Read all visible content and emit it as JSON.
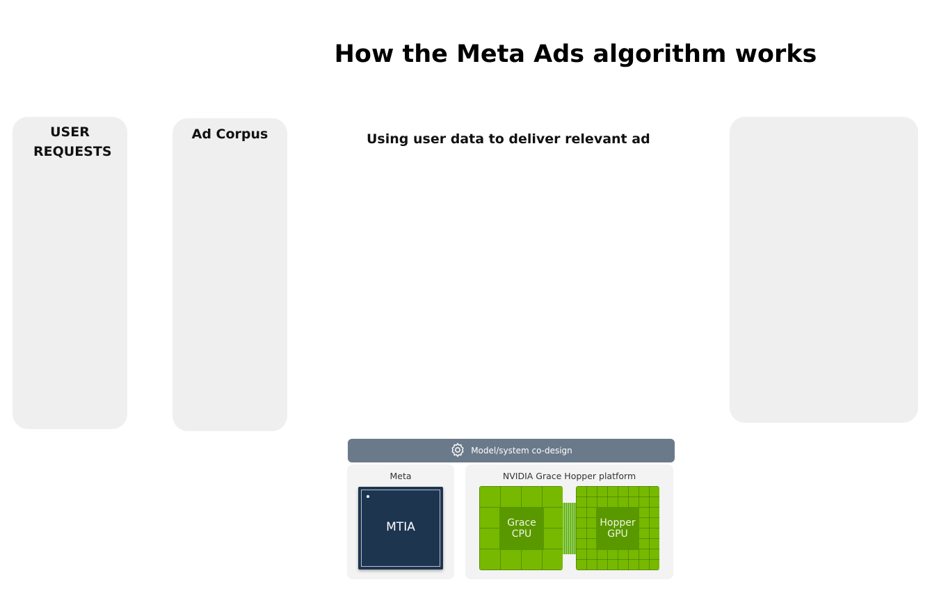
{
  "title": "How the Meta Ads algorithm works",
  "panels": {
    "user_requests": "USER REQUESTS",
    "ad_corpus": "Ad Corpus"
  },
  "subtitle": "Using user data to deliver relevant ad",
  "codesign": {
    "label": "Model/system co-design",
    "icon": "gear-icon"
  },
  "meta": {
    "title": "Meta",
    "chip": "MTIA"
  },
  "nvidia": {
    "title": "NVIDIA Grace Hopper platform",
    "cpu": "Grace CPU",
    "gpu": "Hopper GPU"
  },
  "colors": {
    "nvidia_green": "#76b900",
    "mtia_navy": "#1e3550",
    "bar": "#6b7a8b"
  }
}
